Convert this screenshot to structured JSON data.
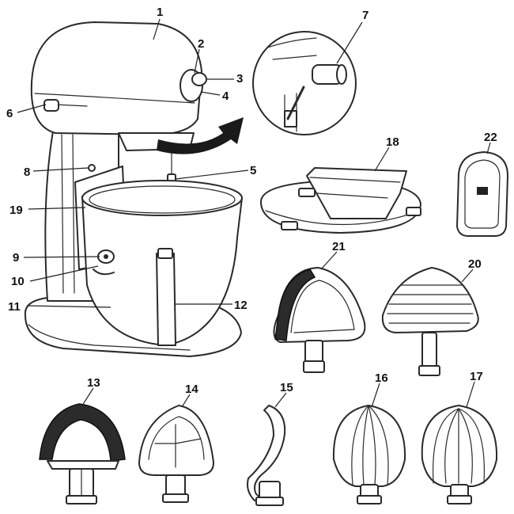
{
  "callouts": [
    "1",
    "2",
    "3",
    "4",
    "5",
    "6",
    "7",
    "8",
    "9",
    "10",
    "11",
    "12",
    "13",
    "14",
    "15",
    "16",
    "17",
    "18",
    "19",
    "20",
    "21",
    "22"
  ]
}
